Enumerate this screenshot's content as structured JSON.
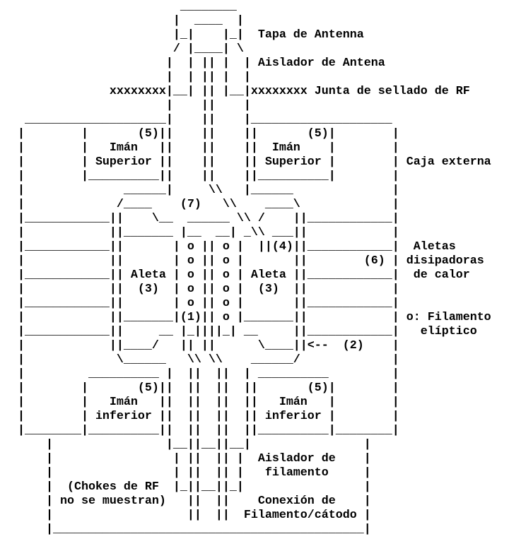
{
  "diagram": {
    "lines": [
      "                         ________",
      "                        |  ____  |",
      "                        |_|    |_|  Tapa de Antenna",
      "                        / |____| \\",
      "                       |  | || |  | Aislador de Antena",
      "                       |  | || |  |",
      "               xxxxxxxx|__| || |__|xxxxxxxx Junta de sellado de RF",
      "                       |    ||    |",
      "   ____________________|    ||    |____________________",
      "  |        |       (5)||    ||    ||       (5)|        |",
      "  |        |   Imán   ||    ||    ||  Imán    |        |",
      "  |        | Superior ||    ||    || Superior |        | Caja externa",
      "  |        |__________||    ||    ||__________|        |",
      "  |              ______|     \\\\   |______              |",
      "  |             /____    (7)   \\\\    ____\\             |",
      "  |____________||    \\__  ______ \\\\ /    ||____________|",
      "  |            ||_______ |__  __| _\\\\ ___||            |",
      "  |____________||       | o || o |  ||(4)||____________|  Aletas",
      "  |            ||       | o || o |       ||        (6) | disipadoras",
      "  |____________|| Aleta | o || o | Aleta ||____________|  de calor",
      "  |            ||  (3)  | o || o |  (3)  ||            |",
      "  |____________||       | o || o |       ||____________|",
      "  |            ||_______|(1)|| o |_______||            | o: Filamento",
      "  |____________||     __ |_||||_| __     ||____________|   elíptico",
      "  |            ||____/   || ||      \\____||<--  (2)    |",
      "  |             \\______   \\\\ \\\\    ______/             |",
      "  |         __________ |  ||  ||  | __________         |",
      "  |        |       (5)||  ||  ||  ||       (5)|        |",
      "  |        |   Imán   ||  ||  ||  ||   Imán   |        |",
      "  |        | inferior ||  ||  ||  || inferior |        |",
      "  |________|__________||  ||  ||  ||__________|________|",
      "      |                |__||__||__|                |",
      "      |                 | ||  || |  Aislador de    |",
      "      |                 | ||  || |   filamento     |",
      "      |  (Chokes de RF  |_||__||_|                 |",
      "      | no se muestran)   ||  ||    Conexión de    |",
      "      |                   ||  ||  Filamento/cátodo |",
      "      |____________________________________________|"
    ]
  }
}
